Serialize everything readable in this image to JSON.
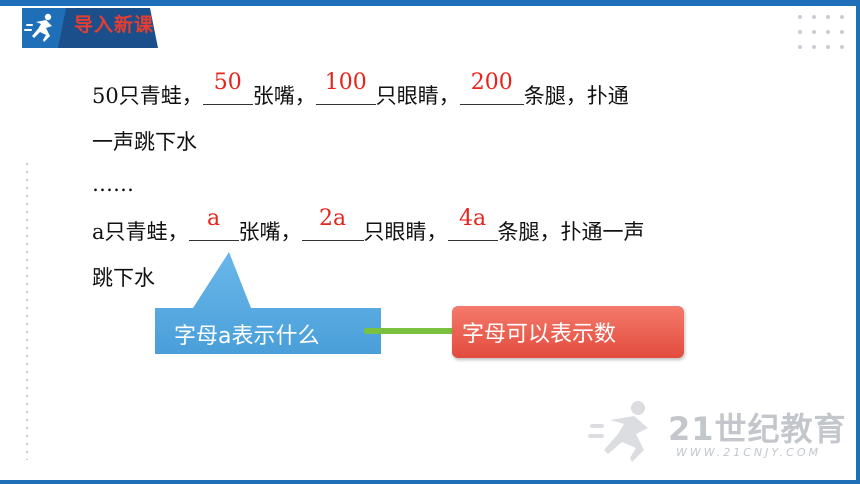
{
  "header": {
    "title": "导入新课"
  },
  "lines": {
    "l1": {
      "p1": "50只青蛙，",
      "a1": "50",
      "p2": "张嘴，",
      "a2": "100",
      "p3": "只眼睛，",
      "a3": "200",
      "p4": "条腿，扑通"
    },
    "l2": "一声跳下水",
    "l3": "……",
    "l4": {
      "p1": "a只青蛙，",
      "a1": "a",
      "p2": "张嘴，",
      "a2": "2a",
      "p3": "只眼睛，",
      "a3": "4a",
      "p4": "条腿，扑通一声"
    },
    "l5": "跳下水"
  },
  "callouts": {
    "question": "字母a表示什么",
    "answer": "字母可以表示数"
  },
  "watermark": {
    "brand": "21世纪教育",
    "site": "WWW.21CNJY.COM"
  },
  "colors": {
    "accent_blue": "#1f6fb8",
    "answer_red": "#e8231b",
    "callout_blue": "#5aaee4",
    "callout_red": "#e24c3e"
  }
}
